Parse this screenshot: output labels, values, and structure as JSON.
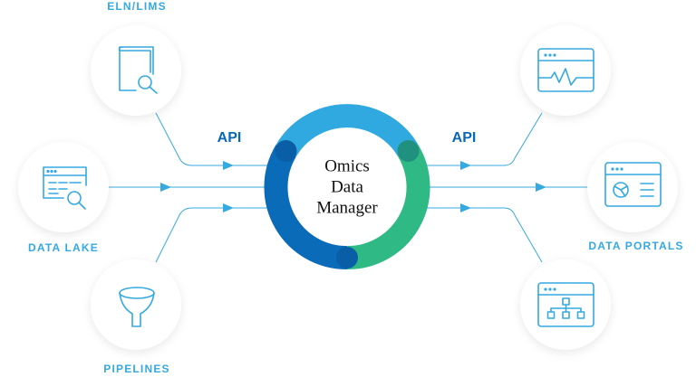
{
  "center": {
    "line1": "Omics",
    "line2": "Data",
    "line3": "Manager"
  },
  "api_left": "API",
  "api_right": "API",
  "sources": [
    {
      "label": "ELN/LIMS",
      "icon": "notebook-search-icon"
    },
    {
      "label": "DATA LAKE",
      "icon": "window-search-icon"
    },
    {
      "label": "PIPELINES",
      "icon": "funnel-icon"
    }
  ],
  "destinations": [
    {
      "label": "",
      "icon": "window-waveform-icon"
    },
    {
      "label": "DATA PORTALS",
      "icon": "window-piechart-icon"
    },
    {
      "label": "",
      "icon": "window-hierarchy-icon"
    }
  ],
  "colors": {
    "light_blue": "#30a9e0",
    "green": "#2fba85",
    "dark_blue": "#0a6bb8",
    "line": "#35a9e1",
    "api": "#0a68b4"
  }
}
